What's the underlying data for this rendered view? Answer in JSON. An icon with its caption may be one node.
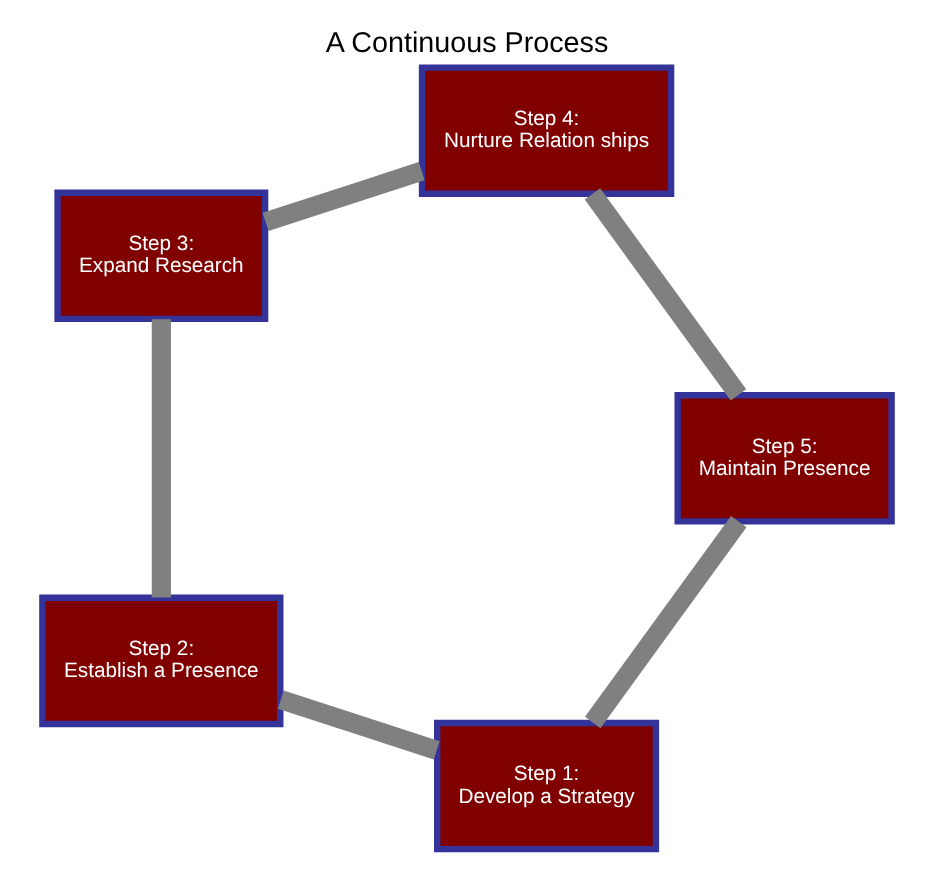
{
  "diagram": {
    "title": "A Continuous Process",
    "nodes": [
      {
        "text": [
          "Step 1:",
          "Develop a Strategy"
        ]
      },
      {
        "text": [
          "Step 2:",
          "Establish a Presence"
        ]
      },
      {
        "text": [
          "Step 3:",
          "Expand Research"
        ]
      },
      {
        "text": [
          "Step 4:",
          "Nurture Relation ships"
        ]
      },
      {
        "text": [
          "Step 5:",
          "Maintain Presence"
        ]
      }
    ],
    "edges": [
      {
        "from": 0,
        "to": 1,
        "arrow": "none"
      },
      {
        "from": 1,
        "to": 2,
        "arrow": "none"
      },
      {
        "from": 2,
        "to": 3,
        "arrow": "none"
      },
      {
        "from": 3,
        "to": 4,
        "arrow": "none"
      },
      {
        "from": 4,
        "to": 0,
        "arrow": "none"
      }
    ]
  }
}
